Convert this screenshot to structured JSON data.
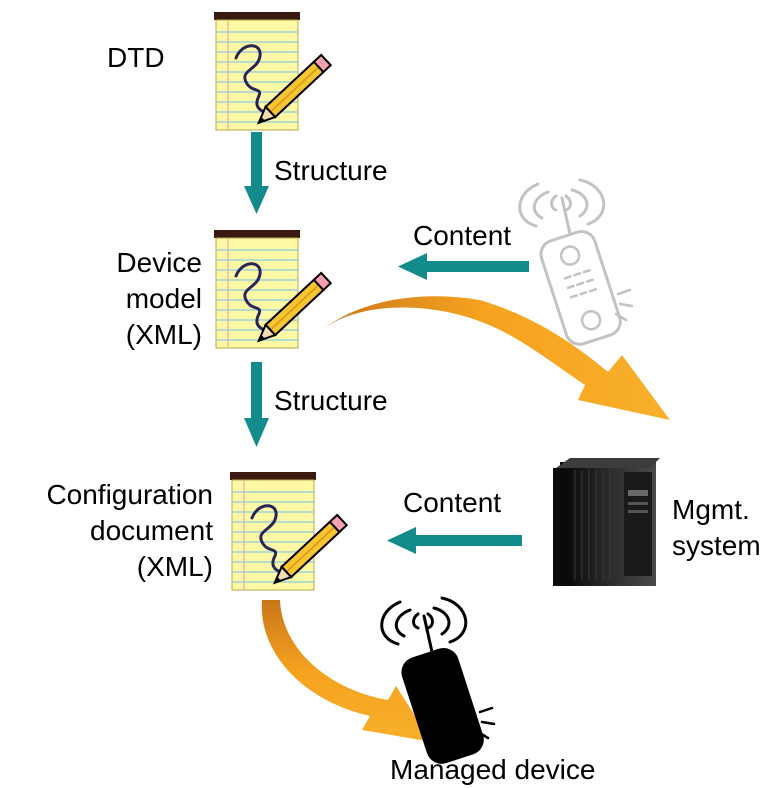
{
  "labels": {
    "dtd": "DTD",
    "structure_1": "Structure",
    "content_1": "Content",
    "device_model": [
      "Device",
      "model",
      "(XML)"
    ],
    "structure_2": "Structure",
    "configuration_document": [
      "Configuration",
      "document",
      "(XML)"
    ],
    "content_2": "Content",
    "mgmt_system": [
      "Mgmt.",
      "system"
    ],
    "managed_device": "Managed device"
  },
  "colors": {
    "teal_arrow": "#138b8b",
    "orange_arrow": "#f5a21f",
    "orange_arrow_dark": "#c8761a",
    "notepad_yellow": "#fff9a6",
    "notepad_lines": "#9fd3d8",
    "notepad_binding": "#3a1a10",
    "pencil_yellow": "#f7c531",
    "phone_green": "#c9e86a",
    "server_dark": "#1b1b1b"
  },
  "icons": [
    "notepad-pencil-icon",
    "phone-icon",
    "server-icon"
  ]
}
